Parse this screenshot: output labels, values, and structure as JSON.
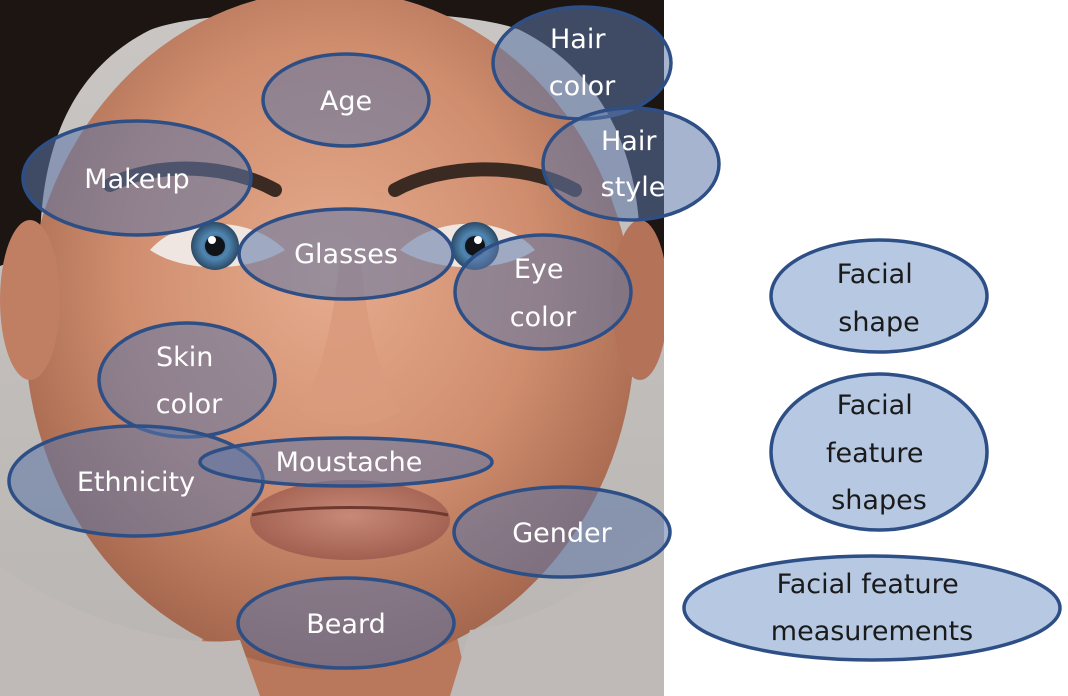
{
  "image": {
    "subject": "frontal face photograph",
    "colors": {
      "ellipse_stroke": "#2e4f86",
      "ellipse_fill_overlay": "#5c76a8",
      "ellipse_fill_solid": "#b7c8e3",
      "label_on_photo": "#ffffff",
      "label_on_white": "#1a1a1a"
    }
  },
  "face_labels": [
    {
      "id": "hair-color",
      "lines": [
        "Hair",
        "color"
      ]
    },
    {
      "id": "age",
      "lines": [
        "Age"
      ]
    },
    {
      "id": "hair-style",
      "lines": [
        "Hair",
        "style"
      ]
    },
    {
      "id": "makeup",
      "lines": [
        "Makeup"
      ]
    },
    {
      "id": "glasses",
      "lines": [
        "Glasses"
      ]
    },
    {
      "id": "eye-color",
      "lines": [
        "Eye",
        "color"
      ]
    },
    {
      "id": "skin-color",
      "lines": [
        "Skin",
        "color"
      ]
    },
    {
      "id": "ethnicity",
      "lines": [
        "Ethnicity"
      ]
    },
    {
      "id": "moustache",
      "lines": [
        "Moustache"
      ]
    },
    {
      "id": "gender",
      "lines": [
        "Gender"
      ]
    },
    {
      "id": "beard",
      "lines": [
        "Beard"
      ]
    }
  ],
  "side_labels": [
    {
      "id": "facial-shape",
      "lines": [
        "Facial",
        "shape"
      ]
    },
    {
      "id": "facial-feature-shapes",
      "lines": [
        "Facial",
        "feature",
        "shapes"
      ]
    },
    {
      "id": "facial-feature-measurements",
      "lines": [
        "Facial feature",
        "measurements"
      ]
    }
  ]
}
